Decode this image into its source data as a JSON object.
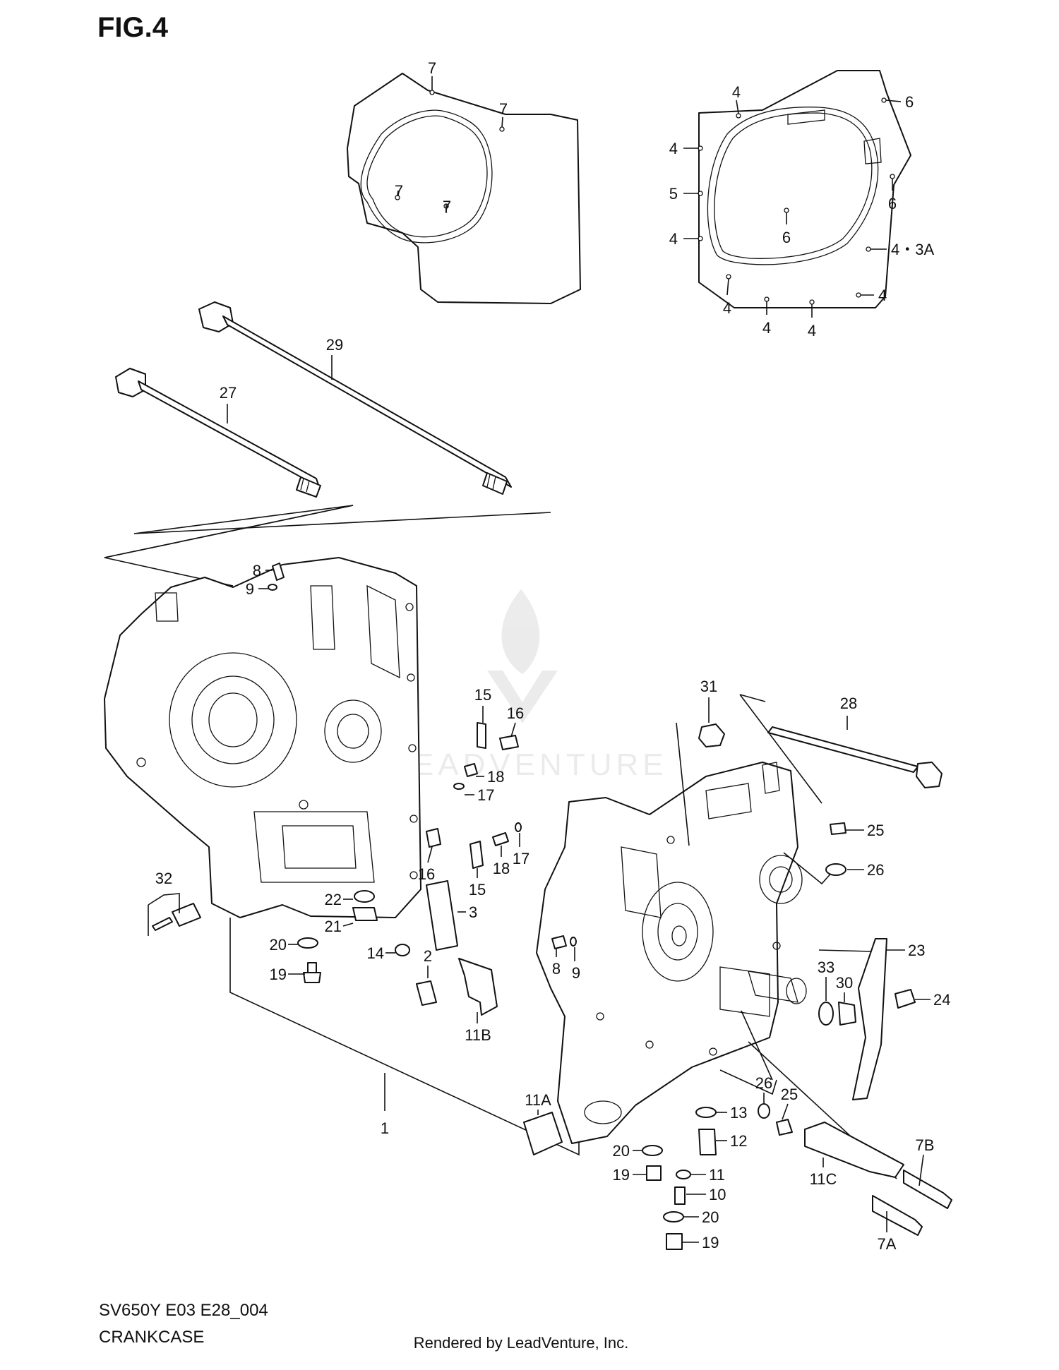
{
  "figure": {
    "title": "FIG.4"
  },
  "footer": {
    "model_code": "SV650Y E03 E28_004",
    "section_name": "CRANKCASE",
    "credit": "Rendered by LeadVenture, Inc."
  },
  "watermark": {
    "text": "LEADVENTURE"
  },
  "callouts": {
    "gasket_left_7a": "7",
    "gasket_left_7b": "7",
    "gasket_left_7c": "7",
    "gasket_left_7d": "7",
    "gasket_right_4a": "4",
    "gasket_right_4b": "4",
    "gasket_right_5": "5",
    "gasket_right_4c": "4",
    "gasket_right_6a": "6",
    "gasket_right_6b": "6",
    "gasket_right_6c": "6",
    "gasket_right_43a": "4・3A",
    "gasket_right_4d": "4",
    "gasket_right_4e": "4",
    "gasket_right_4f": "4",
    "gasket_right_4g": "4",
    "bolt_29": "29",
    "bolt_27": "27",
    "bolt_28": "28",
    "left_8": "8",
    "left_9": "9",
    "left_32": "32",
    "left_22": "22",
    "left_21": "21",
    "left_20": "20",
    "left_19": "19",
    "left_14": "14",
    "left_2": "2",
    "left_3": "3",
    "left_1": "1",
    "mid_15a": "15",
    "mid_16a": "16",
    "mid_18a": "18",
    "mid_17a": "17",
    "mid_16b": "16",
    "mid_18b": "18",
    "mid_17b": "17",
    "mid_15b": "15",
    "mid_11b": "11B",
    "right_31": "31",
    "right_25a": "25",
    "right_26a": "26",
    "right_8": "8",
    "right_9": "9",
    "right_23": "23",
    "right_33": "33",
    "right_30": "30",
    "right_24": "24",
    "right_26b": "26",
    "right_25b": "25",
    "right_11a": "11A",
    "right_13": "13",
    "right_12": "12",
    "right_20a": "20",
    "right_11": "11",
    "right_19a": "19",
    "right_10": "10",
    "right_20b": "20",
    "right_19b": "19",
    "right_11c": "11C",
    "right_7b": "7B",
    "right_7a": "7A"
  }
}
